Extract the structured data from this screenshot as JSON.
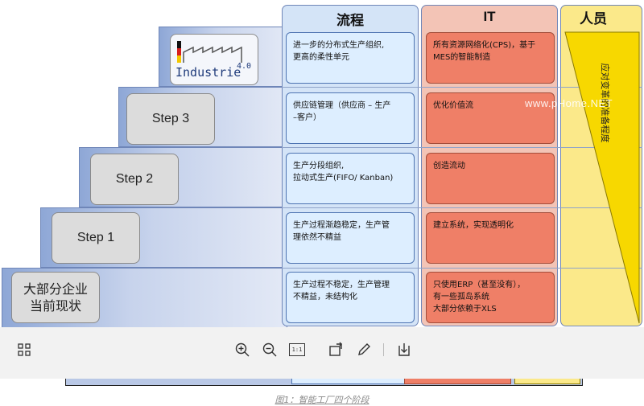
{
  "columns": {
    "flow": "流程",
    "it": "IT",
    "people": "人员"
  },
  "logo_text": "Industrie",
  "logo_superscript": "4.0",
  "steps": [
    "Step 3",
    "Step 2",
    "Step 1"
  ],
  "current_state": "大部分企业\n当前现状",
  "flow_cells": [
    "进一步的分布式生产组织,\n更高的柔性单元",
    "供应链管理（供应商 – 生产\n–客户）",
    "生产分段组织,\n拉动式生产(FIFO/ Kanban)",
    "生产过程渐趋稳定，生产管\n理依然不精益",
    "生产过程不稳定，生产管理\n不精益，未结构化"
  ],
  "it_cells": [
    "所有资源网络化(CPS)，基于\nMES的智能制造",
    "优化价值流",
    "创造流动",
    "建立系统，实现透明化",
    "只使用ERP（甚至没有），\n有一些孤岛系统\n大部分依赖于XLS"
  ],
  "people_vertical": "应对变革的准备程度",
  "watermark": "www.pHome.NET",
  "toolbar": {
    "zoom_in": "zoom-in",
    "zoom_out": "zoom-out",
    "actual_size_label": "1:1",
    "rotate": "rotate",
    "edit": "edit",
    "download": "download",
    "grid": "grid"
  },
  "caption": "图1：智能工厂四个阶段",
  "colors": {
    "stair": "#8ea7d6",
    "flow_cell": "#ddeeff",
    "it_cell": "#ef7f67",
    "people": "#fbe98a"
  }
}
